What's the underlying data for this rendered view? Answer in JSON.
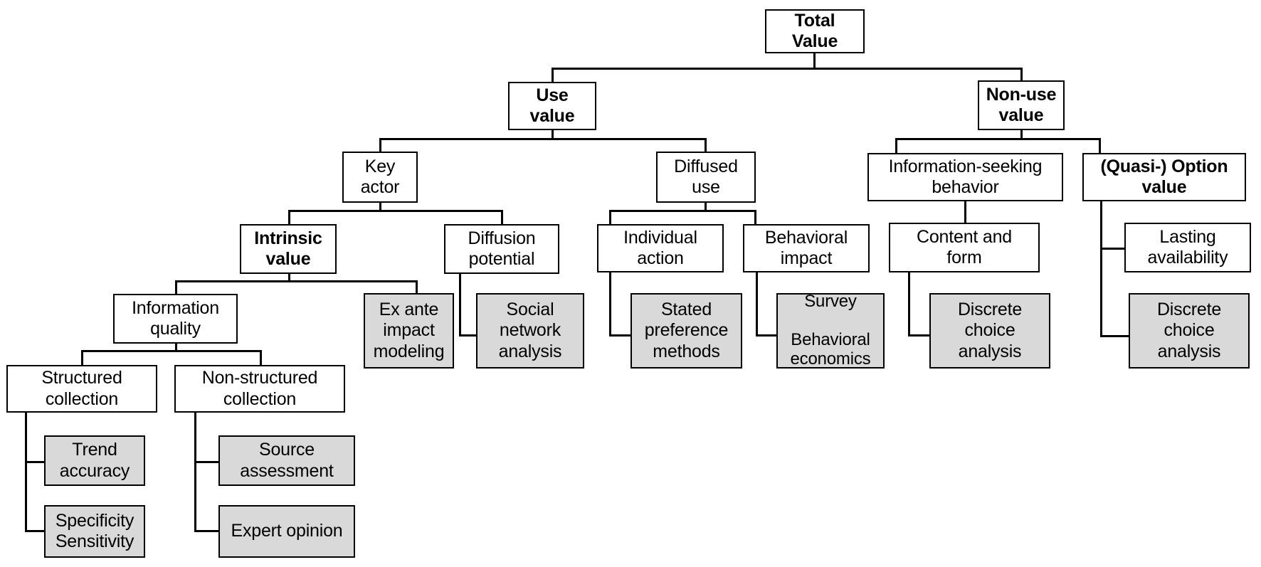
{
  "diagram": {
    "title": "Total Value taxonomy tree",
    "colors": {
      "shaded_fill": "#d9d9d9",
      "plain_fill": "#ffffff",
      "stroke": "#000000"
    },
    "nodes": {
      "total_value": "Total\nValue",
      "use_value": "Use value",
      "non_use_value": "Non-use\nvalue",
      "key_actor": "Key actor",
      "diffused_use": "Diffused\nuse",
      "information_seeking_behavior": "Information-seeking\nbehavior",
      "quasi_option_value": "(Quasi-) Option\nvalue",
      "intrinsic_value": "Intrinsic\nvalue",
      "diffusion_potential": "Diffusion\npotential",
      "individual_action": "Individual\naction",
      "behavioral_impact": "Behavioral\nimpact",
      "content_and_form": "Content and\nform",
      "lasting_availability": "Lasting\navailability",
      "information_quality": "Information\nquality",
      "ex_ante_impact_modeling": "Ex ante\nimpact\nmodeling",
      "social_network_analysis": "Social\nnetwork\nanalysis",
      "stated_preference_methods": "Stated\npreference\nmethods",
      "survey_behavioral_economics": "Survey\n\nBehavioral\neconomics",
      "discrete_choice_analysis_left": "Discrete\nchoice\nanalysis",
      "discrete_choice_analysis_right": "Discrete\nchoice\nanalysis",
      "structured_collection": "Structured\ncollection",
      "non_structured_collection": "Non-structured\ncollection",
      "trend_accuracy": "Trend\naccuracy",
      "specificity_sensitivity": "Specificity\nSensitivity",
      "source_assessment": "Source\nassessment",
      "expert_opinion": "Expert opinion"
    }
  }
}
